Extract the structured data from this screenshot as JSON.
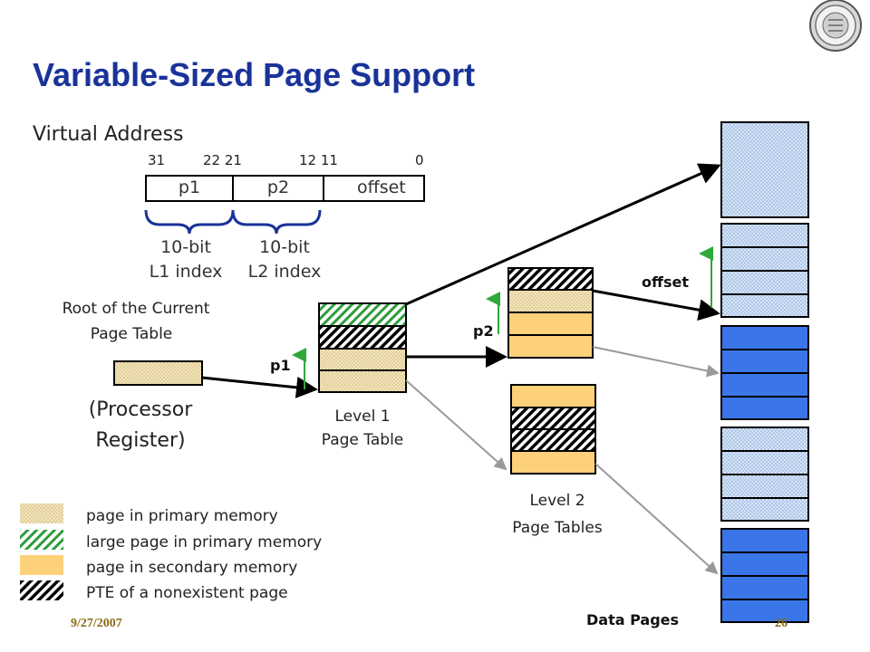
{
  "title": "Variable-Sized Page Support",
  "virtual_address": {
    "heading": "Virtual Address",
    "bit_numbers": [
      "31",
      "22 21",
      "12 11",
      "0"
    ],
    "fields": [
      "p1",
      "p2",
      "offset"
    ],
    "l1_label": [
      "10-bit",
      "L1 index"
    ],
    "l2_label": [
      "10-bit",
      "L2 index"
    ]
  },
  "root": {
    "label": [
      "Root of the Current",
      "Page Table"
    ],
    "register_label": [
      "(Processor",
      "Register)"
    ]
  },
  "level1": {
    "label": [
      "Level 1",
      "Page Table"
    ],
    "index_label": "p1"
  },
  "level2": {
    "label": [
      "Level 2",
      "Page Tables"
    ],
    "index_label": "p2"
  },
  "data_pages": {
    "label": "Data Pages",
    "offset_label": "offset"
  },
  "legend": [
    {
      "text": "page in primary memory",
      "swatch": "primary"
    },
    {
      "text": "large page in primary memory",
      "swatch": "large"
    },
    {
      "text": "page in secondary memory",
      "swatch": "secondary"
    },
    {
      "text": "PTE of a nonexistent page",
      "swatch": "nonexistent"
    }
  ],
  "footer": {
    "date": "9/27/2007",
    "page": "26"
  },
  "colors": {
    "title": "#1a3399",
    "primary_fill": "#f2e2b2",
    "secondary_fill": "#fdd07a",
    "large_stripe": "#2e9c3c",
    "data_blue": "#3a76e8",
    "data_grid": "#aec8ea",
    "arrow_black": "#000000",
    "arrow_gray": "#999999",
    "index_arrow": "#2ea83a"
  }
}
